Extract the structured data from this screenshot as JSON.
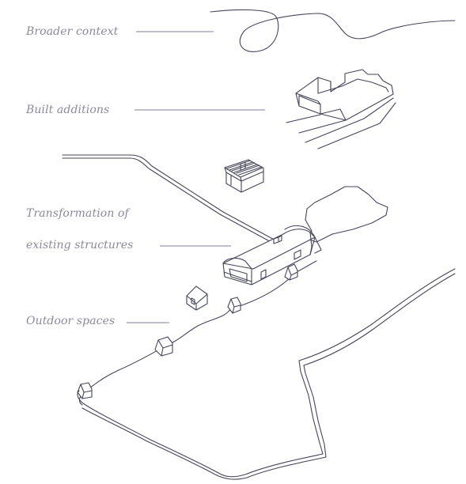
{
  "labels": {
    "broader_context": "Broader context",
    "built_additions": "Built additions",
    "transformation_line1": "Transformation of",
    "transformation_line2": "existing structures",
    "outdoor_spaces": "Outdoor spaces"
  },
  "colors": {
    "label_text": "#8a8a9c",
    "line_art": "#45455a",
    "background": "#ffffff"
  }
}
